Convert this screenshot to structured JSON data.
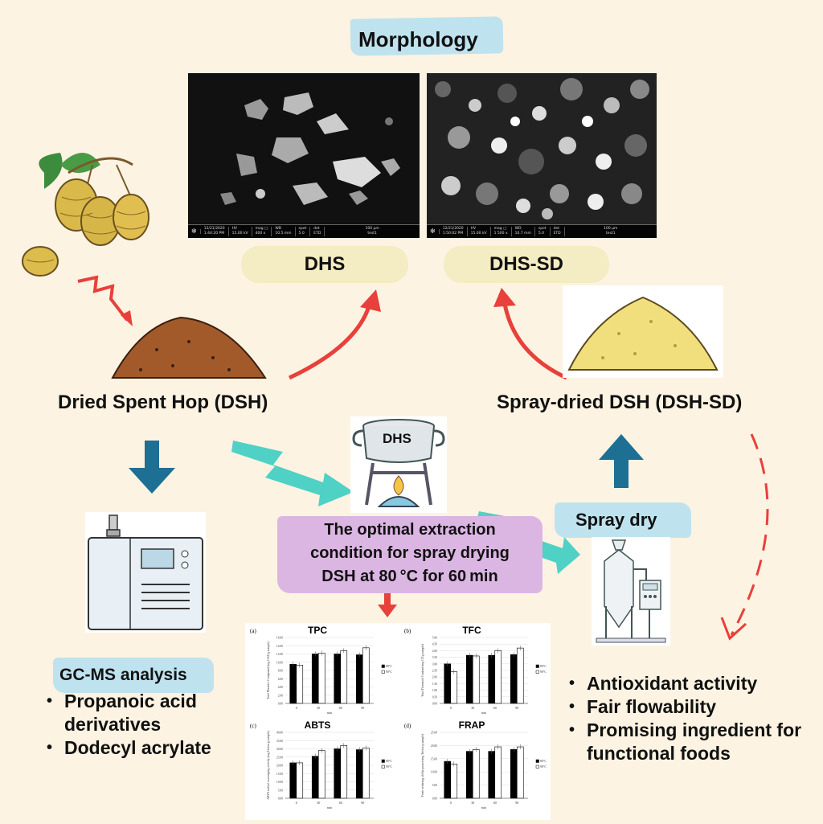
{
  "sections": {
    "morphology_title": "Morphology",
    "sem_left": {
      "label": "DHS",
      "info": [
        "12/21/2020\n1:44:20 PM",
        "HV\n15.00 kV",
        "mag □\n400 x",
        "WD\n10.5 mm",
        "spot\n5.0",
        "det\nETD",
        "100 µm\ntest1"
      ]
    },
    "sem_right": {
      "label": "DHS-SD",
      "info": [
        "12/21/2020\n1:50:02 PM",
        "HV\n15.00 kV",
        "mag □\n1 500 x",
        "WD\n10.7 mm",
        "spot\n5.0",
        "det\nETD",
        "100 µm\ntest1"
      ]
    },
    "dsh_label": "Dried Spent Hop (DSH)",
    "dsh_sd_label": "Spray-dried DSH (DSH-SD)",
    "pot_label": "DHS",
    "optimal_condition": [
      "The optimal extraction",
      "condition for spray drying",
      "DSH at 80 °C for 60 min"
    ],
    "spray_dry_label": "Spray dry",
    "gcms_title": "GC-MS analysis",
    "gcms_results": [
      "Propanoic acid derivatives",
      "Dodecyl acrylate"
    ],
    "outcomes": [
      "Antioxidant activity",
      "Fair flowability",
      "Promising ingredient for functional foods"
    ]
  },
  "colors": {
    "background": "#fdf3e2",
    "red_arrow": "#e8403a",
    "teal_arrow": "#4fd1c5",
    "blue_arrow": "#1d6f93",
    "brush_blue": "#bfe3ee",
    "brush_purple": "#dcb6e3",
    "pill": "#f4ecc2"
  },
  "chart_data": [
    {
      "type": "bar",
      "panel": "(a)",
      "title": "TPC",
      "categories": [
        "0",
        "30",
        "60",
        "90"
      ],
      "series": [
        {
          "name": "80°C",
          "values": [
            9.5,
            12.0,
            12.0,
            11.8
          ]
        },
        {
          "name": "90°C",
          "values": [
            9.3,
            12.2,
            12.8,
            13.5
          ]
        }
      ],
      "ylabel": "Total Phenolic Compound (mg GAE/g sample)",
      "xlabel": "min",
      "yticks": [
        "0.00",
        "2.00",
        "4.00",
        "6.00",
        "8.00",
        "10.00",
        "12.00",
        "14.00",
        "16.00"
      ],
      "ylim": [
        0,
        16
      ],
      "legend": "right"
    },
    {
      "type": "bar",
      "panel": "(b)",
      "title": "TFC",
      "categories": [
        "0",
        "30",
        "60",
        "90"
      ],
      "series": [
        {
          "name": "80°C",
          "values": [
            3.0,
            3.65,
            3.65,
            3.7
          ]
        },
        {
          "name": "90°C",
          "values": [
            2.4,
            3.6,
            4.0,
            4.2
          ]
        }
      ],
      "ylabel": "Total Flavonoid Content (mg CE/g sample)",
      "xlabel": "min",
      "yticks": [
        "0.00",
        "0.50",
        "1.00",
        "1.50",
        "2.00",
        "2.50",
        "3.00",
        "3.50",
        "4.00",
        "4.50",
        "5.00"
      ],
      "ylim": [
        0,
        5
      ],
      "legend": "right"
    },
    {
      "type": "bar",
      "panel": "(c)",
      "title": "ABTS",
      "categories": [
        "0",
        "30",
        "60",
        "90"
      ],
      "series": [
        {
          "name": "80°C",
          "values": [
            21.5,
            25.5,
            30.0,
            29.5
          ]
        },
        {
          "name": "90°C",
          "values": [
            21.5,
            29.0,
            32.0,
            30.5
          ]
        }
      ],
      "ylabel": "ABTS radical scavenging activity (mg Trolox/g sample)",
      "xlabel": "min",
      "yticks": [
        "0.00",
        "5.00",
        "10.00",
        "15.00",
        "20.00",
        "25.00",
        "30.00",
        "35.00",
        "40.00"
      ],
      "ylim": [
        0,
        40
      ],
      "legend": "right"
    },
    {
      "type": "bar",
      "panel": "(d)",
      "title": "FRAP",
      "categories": [
        "0",
        "30",
        "60",
        "90"
      ],
      "series": [
        {
          "name": "80°C",
          "values": [
            14.0,
            17.8,
            17.8,
            18.5
          ]
        },
        {
          "name": "90°C",
          "values": [
            13.0,
            18.5,
            19.5,
            19.5
          ]
        }
      ],
      "ylabel": "Ferric reducing ability power (mg Trolox/g sample)",
      "xlabel": "min",
      "yticks": [
        "0.00",
        "5.00",
        "10.00",
        "15.00",
        "20.00",
        "25.00"
      ],
      "ylim": [
        0,
        25
      ],
      "legend": "right"
    }
  ]
}
